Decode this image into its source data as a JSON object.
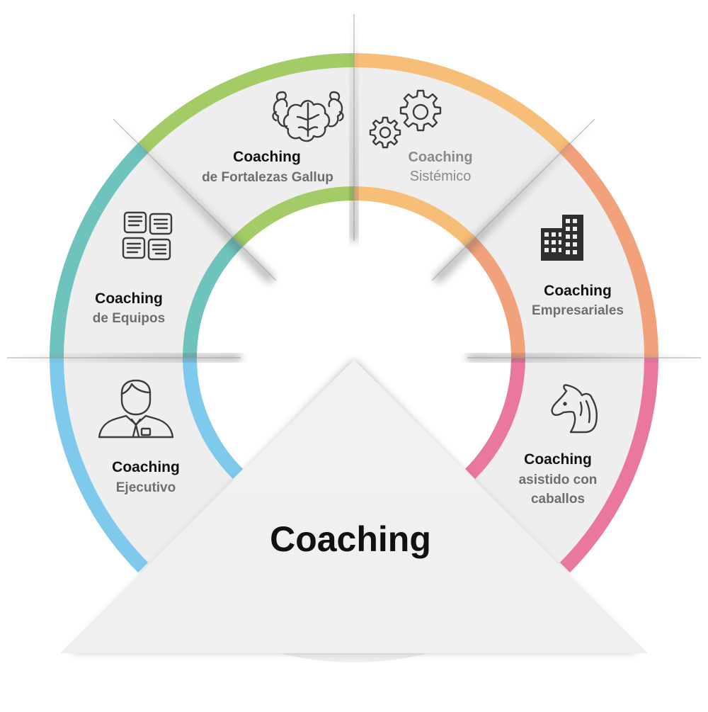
{
  "center": {
    "title": "Coaching"
  },
  "segments": [
    {
      "id": "ejecutivo",
      "title": "Coaching",
      "subtitle": "Ejecutivo",
      "color": "#7fcaec",
      "icon": "executive-person-icon"
    },
    {
      "id": "equipos",
      "title": "Coaching",
      "subtitle": "de Equipos",
      "color": "#6fc3bd",
      "icon": "team-hands-icon"
    },
    {
      "id": "fortalezas",
      "title": "Coaching",
      "subtitle": "de Fortalezas Gallup",
      "color": "#a3cc66",
      "icon": "brain-muscles-icon"
    },
    {
      "id": "sistemico",
      "title": "Coaching",
      "subtitle": "Sistémico",
      "color": "#f7be78",
      "icon": "gears-icon"
    },
    {
      "id": "empresariales",
      "title": "Coaching",
      "subtitle": "Empresariales",
      "color": "#f2a27a",
      "icon": "office-building-icon"
    },
    {
      "id": "caballos",
      "title": "Coaching",
      "subtitle_lines": [
        "asistido con",
        "caballos"
      ],
      "color": "#e9779f",
      "icon": "horse-head-icon"
    }
  ]
}
